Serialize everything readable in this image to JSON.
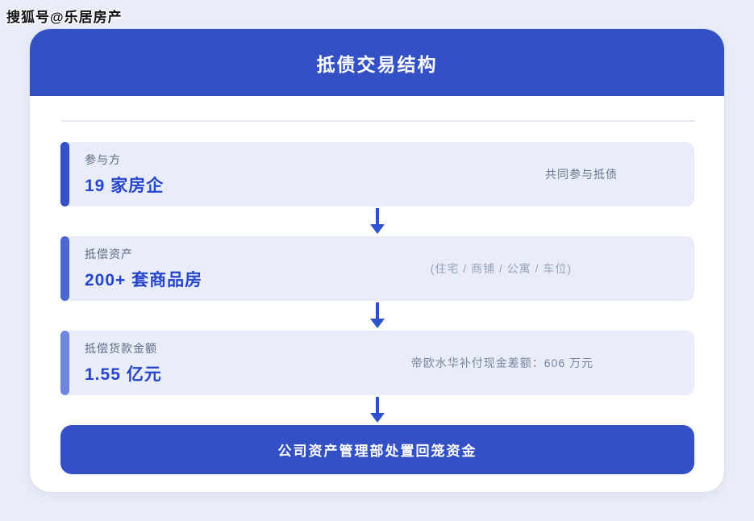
{
  "watermark": "搜狐号@乐居房产",
  "header": {
    "title": "抵债交易结构"
  },
  "flow": {
    "rows": [
      {
        "label": "参与方",
        "value": "19 家房企",
        "note": "共同参与抵债",
        "accent_color": "#3350c6"
      },
      {
        "label": "抵偿资产",
        "value": "200+ 套商品房",
        "note": "(住宅 / 商铺 / 公寓 / 车位)",
        "accent_color": "#4c66d2"
      },
      {
        "label": "抵偿货款金额",
        "value": "1.55 亿元",
        "note": "帝欧水华补付现金差额：606 万元",
        "accent_color": "#7085dc"
      }
    ],
    "result": "公司资产管理部处置回笼资金"
  },
  "colors": {
    "primary": "#3351c5",
    "value_text": "#2545cc",
    "row_background": "#e9edfb",
    "page_background": "#e9edf8",
    "arrow": "#2c52cc"
  }
}
